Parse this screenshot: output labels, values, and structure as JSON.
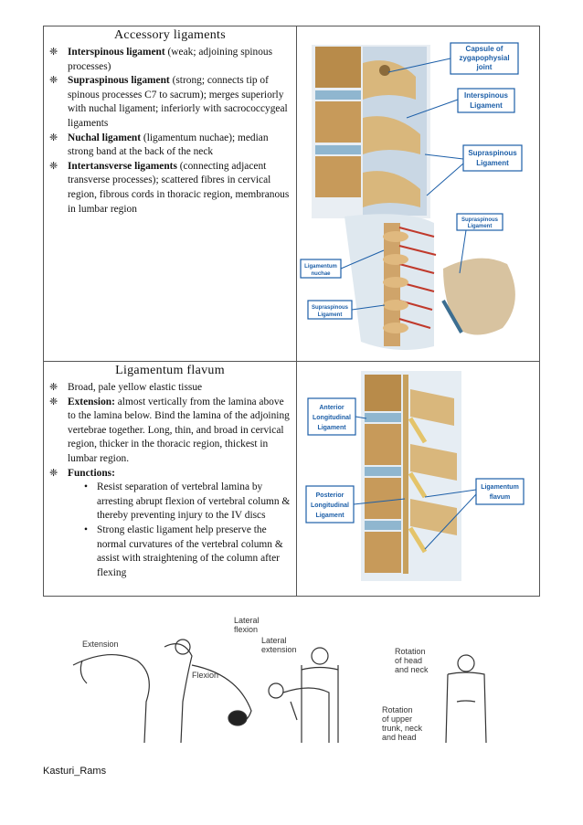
{
  "section1": {
    "title": "Accessory ligaments",
    "items": [
      {
        "bold": "Interspinous ligament",
        "rest": " (weak; adjoining spinous processes)"
      },
      {
        "bold": "Supraspinous ligament",
        "rest": " (strong; connects tip of spinous processes C7 to sacrum); merges superiorly with nuchal ligament; inferiorly with sacrococcygeal ligaments"
      },
      {
        "bold": "Nuchal ligament",
        "rest": " (ligamentum nuchae); median strong band at the back of the neck"
      },
      {
        "bold": "Intertansverse ligaments",
        "rest": " (connecting adjacent transverse processes); scattered fibres in cervical region, fibrous cords in thoracic region, membranous in lumbar region"
      }
    ],
    "figure_top_labels": [
      "Capsule of",
      "zygapophysial",
      "joint",
      "Interspinous",
      "Ligament",
      "Supraspinous",
      "Ligament"
    ],
    "figure_bottom_labels": [
      "Supraspinous",
      "Ligament",
      "Ligamentum",
      "nuchae",
      "Supraspinous",
      "Ligament"
    ]
  },
  "section2": {
    "title": "Ligamentum flavum",
    "items": [
      {
        "bold": "",
        "rest": "Broad, pale yellow elastic tissue"
      },
      {
        "bold": "Extension:",
        "rest": " almost vertically from the lamina above to the lamina below. Bind the lamina of the adjoining vertebrae together. Long, thin, and broad in cervical region, thicker in the thoracic region, thickest in lumbar region."
      },
      {
        "bold": "Functions:",
        "rest": ""
      }
    ],
    "functions": [
      "Resist separation of vertebral lamina by arresting abrupt flexion of vertebral column & thereby preventing injury to the IV discs",
      "Strong elastic ligament help preserve the normal curvatures of the vertebral column & assist with straightening of the column after flexing"
    ],
    "figure_labels": [
      "Anterior",
      "Longitudinal",
      "Ligament",
      "Posterior",
      "Longitudinal",
      "Ligament",
      "Ligamentum",
      "flavum"
    ]
  },
  "motions": {
    "extension": "Extension",
    "flexion": "Flexion",
    "lateral_flexion": [
      "Lateral",
      "flexion"
    ],
    "lateral_extension": [
      "Lateral",
      "extension"
    ],
    "rotation_head": [
      "Rotation",
      "of head",
      "and neck"
    ],
    "rotation_trunk": [
      "Rotation",
      "of upper",
      "trunk, neck",
      "and head"
    ]
  },
  "footer": "Kasturi_Rams",
  "colors": {
    "label_blue": "#1d5fa8",
    "bone": "#c9a062",
    "disc": "#7fa9c9",
    "ligament_red": "#c0392b"
  }
}
